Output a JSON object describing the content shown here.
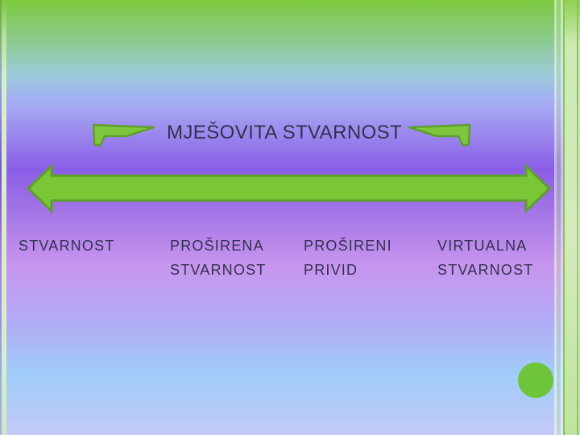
{
  "slide": {
    "title": "MJEŠOVITA STVARNOST",
    "continuum": {
      "labels": [
        {
          "lines": [
            "STVARNOST",
            ""
          ]
        },
        {
          "lines": [
            "PROŠIRENA",
            "STVARNOST"
          ]
        },
        {
          "lines": [
            "PROŠIRENI",
            "PRIVID"
          ]
        },
        {
          "lines": [
            "VIRTUALNA",
            "STVARNOST"
          ]
        }
      ]
    },
    "icons": {
      "arrow": "double-headed-horizontal-arrow",
      "left_bracket": "corner-bracket",
      "right_bracket": "corner-bracket-mirrored",
      "circle": "decorative-dot"
    },
    "colors": {
      "arrow_fill": "#79c636",
      "arrow_stroke": "#5e9e2e",
      "bracket_fill": "#7dc63e",
      "bracket_stroke": "#5f9e2e",
      "circle_fill": "#6fc53a",
      "text": "#32324e",
      "background_top_green": "#7cca3e",
      "background_purple": "#8b5de7",
      "background_pink_purple": "#c795ee",
      "background_bottom_blue": "#a0cdf9",
      "border_band_green": "#cde9b4",
      "border_line_green": "#84c74a"
    }
  }
}
